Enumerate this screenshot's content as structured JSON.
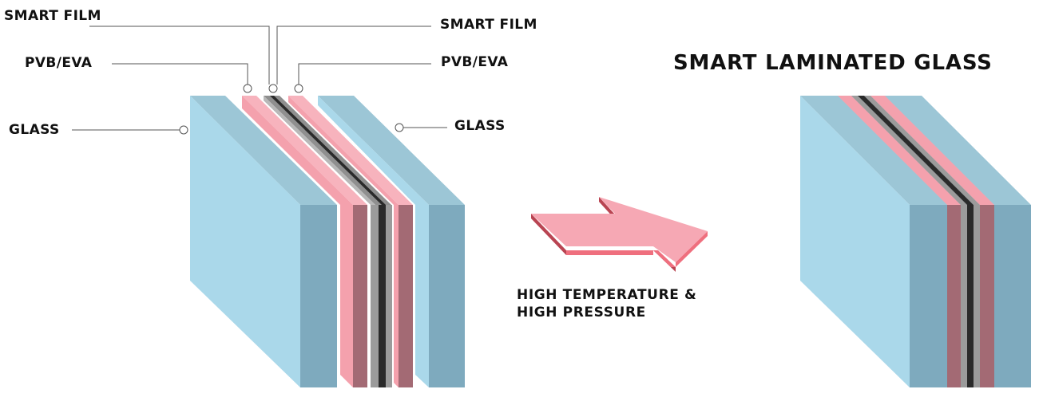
{
  "labels": {
    "smart_film_left": "SMART FILM",
    "smart_film_right": "SMART FILM",
    "pvb_eva_left": "PVB/EVA",
    "pvb_eva_right": "PVB/EVA",
    "glass_left": "GLASS",
    "glass_right": "GLASS"
  },
  "title": "SMART LAMINATED GLASS",
  "process": {
    "line1": "HIGH TEMPERATURE &",
    "line2": "HIGH PRESSURE"
  },
  "colors": {
    "glass_front": "#aad8ea",
    "glass_top": "#9cc6d6",
    "glass_side": "#7eaabe",
    "pvb_front": "#f4a1ad",
    "pvb_side": "#a36a74",
    "film_gray": "#9b9b9b",
    "film_dark": "#2a2a2a",
    "arrow_fill": "#f6a8b4",
    "arrow_shade": "#b94452",
    "arrow_bottom": "#ef6f7e"
  }
}
